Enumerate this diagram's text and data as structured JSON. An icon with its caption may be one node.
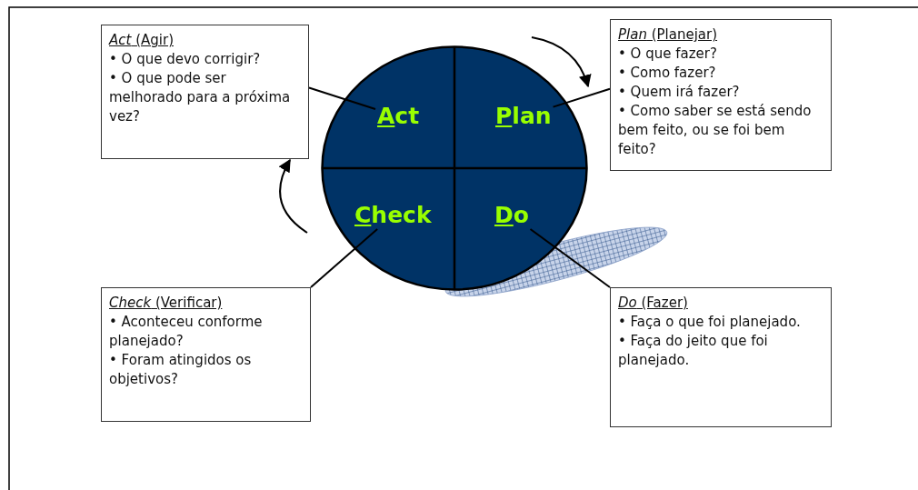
{
  "diagram": {
    "nodes": [
      {
        "text": [],
        "shape": "circle"
      },
      {
        "text": [
          "Act"
        ],
        "in": 0
      },
      {
        "text": [
          "Plan"
        ],
        "in": 0
      },
      {
        "text": [
          "Check"
        ],
        "in": 0
      },
      {
        "text": [
          "Do"
        ],
        "in": 0
      },
      {
        "text": [
          "*Act* (Agir)",
          "• O que devo corrigir?",
          "• O que pode ser melhorado para a próxima vez?"
        ]
      },
      {
        "text": [
          "*Plan* (Planejar)",
          "• O que fazer?",
          "• Como fazer?",
          "• Quem irá fazer?",
          "• Como saber se está sendo bem feito, ou se foi bem feito?"
        ]
      },
      {
        "text": [
          "*Check* (Verificar)",
          "• Aconteceu conforme planejado?",
          "• Foram atingidos os objetivos?"
        ]
      },
      {
        "text": [
          "*Do* (Fazer)",
          "• Faça o que foi planejado.",
          "• Faça do jeito que foi planejado."
        ]
      }
    ],
    "edges": [
      {
        "from": 5,
        "to": 1,
        "arrow": "none"
      },
      {
        "from": 6,
        "to": 2,
        "arrow": "none"
      },
      {
        "from": 7,
        "to": 3,
        "arrow": "none"
      },
      {
        "from": 8,
        "to": 4,
        "arrow": "none"
      }
    ]
  }
}
